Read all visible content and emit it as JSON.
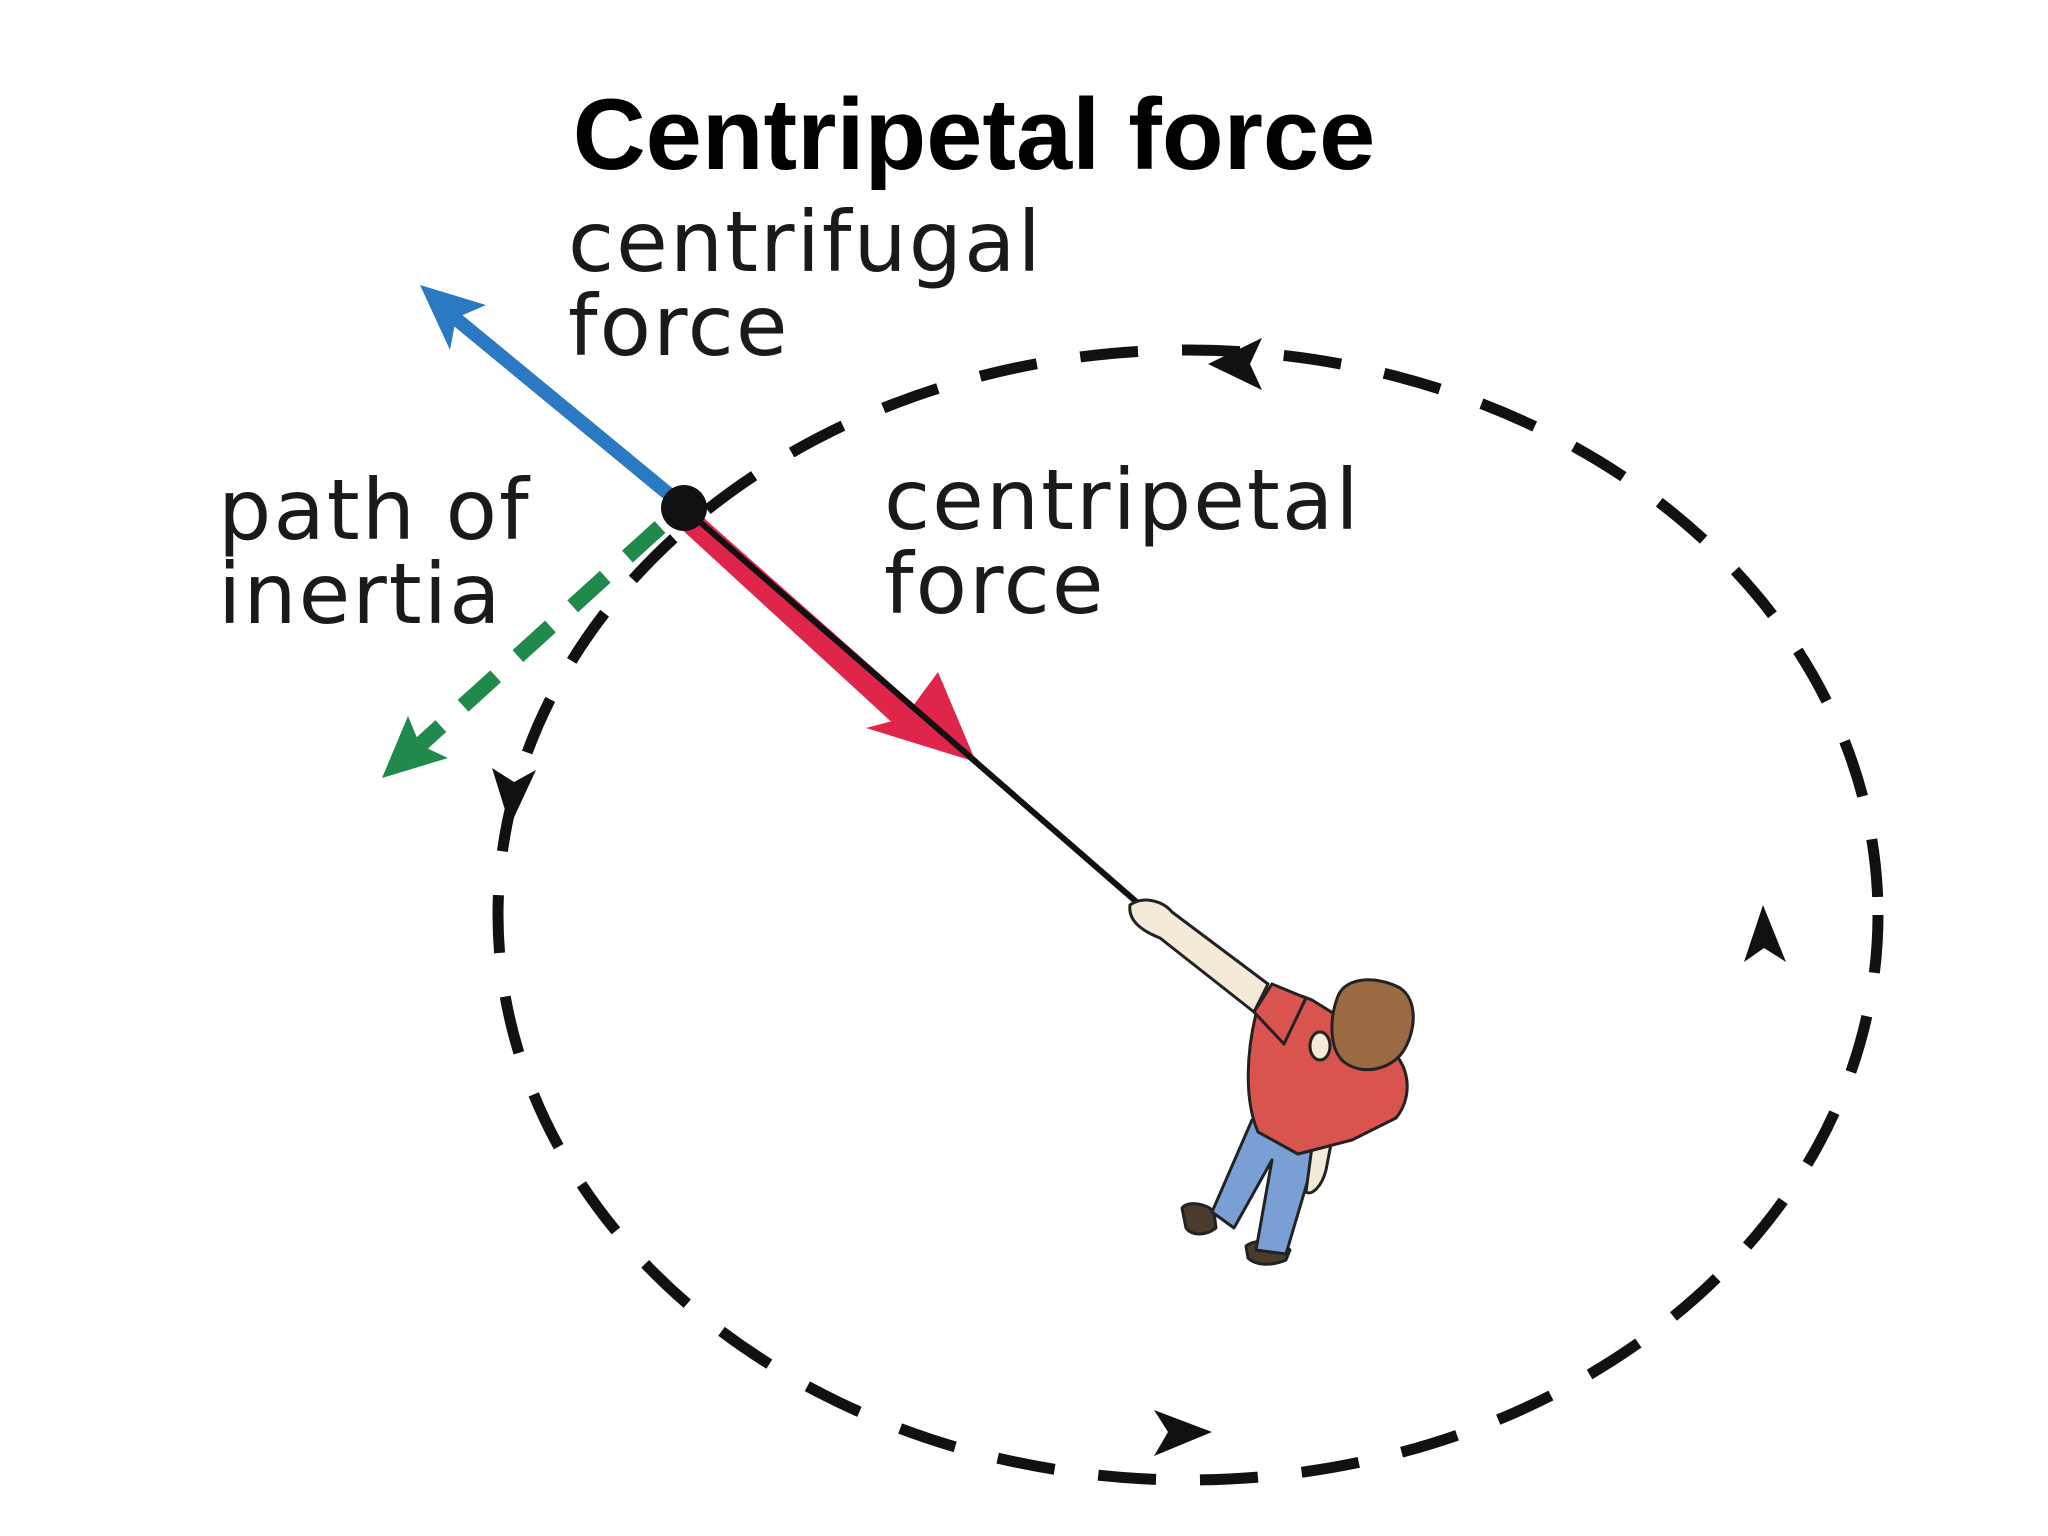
{
  "title": "Centripetal force",
  "labels": {
    "centrifugal": [
      "centrifugal",
      "force"
    ],
    "inertia": [
      "path of",
      "inertia"
    ],
    "centripetal": [
      "centripetal",
      "force"
    ]
  },
  "colors": {
    "centrifugal_arrow": "#2b79c2",
    "centripetal_arrow": "#e0254a",
    "inertia_arrow": "#1f8a4c",
    "orbit": "#111111",
    "shirt": "#d9534f",
    "pants": "#7a9fd4",
    "hair": "#9a6b43",
    "skin": "#f3ead8"
  },
  "icons": {
    "orbit_direction": "arrowhead-icon",
    "ball": "ball-icon",
    "person": "person-icon"
  }
}
